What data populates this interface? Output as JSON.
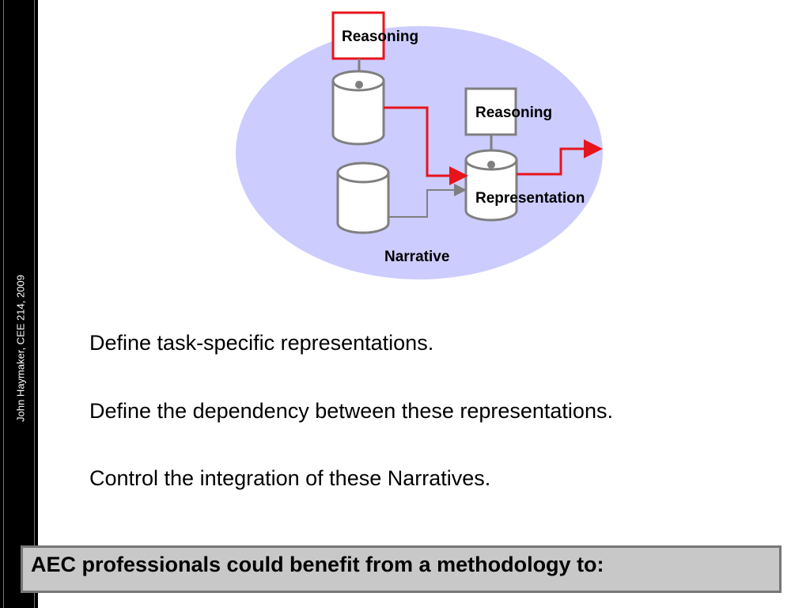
{
  "sidebar": {
    "credit": "John Haymaker, CEE 214, 2009"
  },
  "diagram": {
    "reasoning_top_label": "Reasoning",
    "reasoning_right_label": "Reasoning",
    "representation_label": "Representation",
    "narrative_label": "Narrative",
    "colors": {
      "ellipse_fill": "#ccccff",
      "accent_red": "#e8141c",
      "gray_connector": "#7f7f7f"
    }
  },
  "bullets": [
    "Define task-specific representations.",
    "Define the dependency between these representations.",
    "Control the integration of these Narratives."
  ],
  "banner": {
    "text": "AEC professionals could benefit from a methodology to:"
  }
}
